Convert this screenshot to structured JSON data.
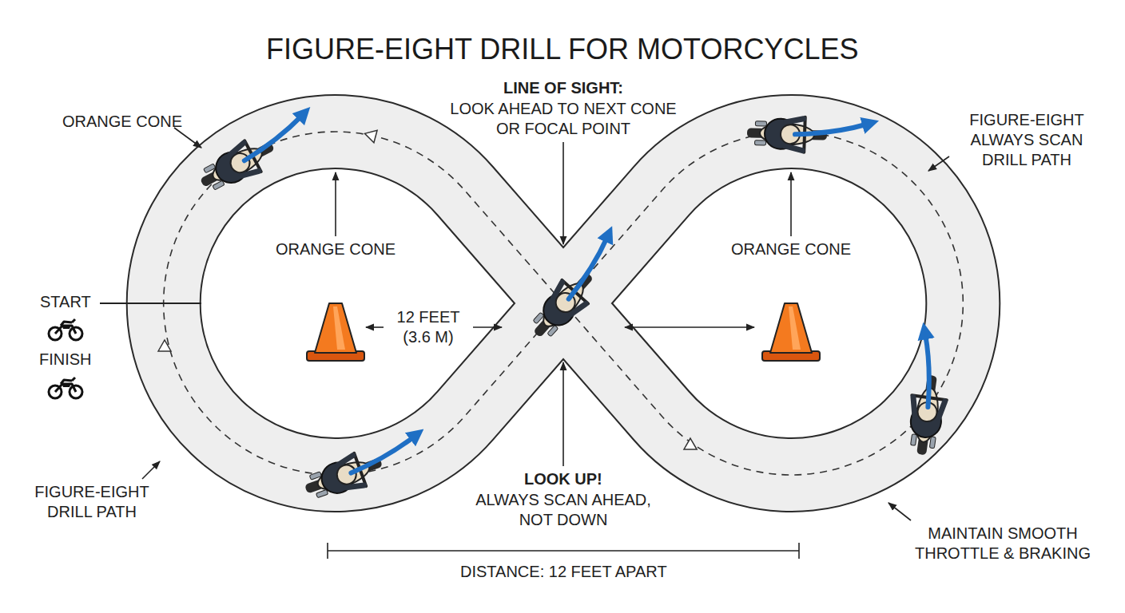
{
  "diagram": {
    "title": "FIGURE-EIGHT DRILL FOR MOTORCYCLES",
    "labels": [
      "ORANGE CONE",
      "LINE OF SIGHT:",
      "LOOK AHEAD TO NEXT CONE OR FOCAL POINT",
      "FIGURE-EIGHT ALWAYS SCAN DRILL PATH",
      "ORANGE CONE",
      "ORANGE CONE",
      "START",
      "FINISH",
      "12 FEET (3.6 M)",
      "FIGURE-EIGHT DRILL PATH",
      "LOOK UP!",
      "ALWAYS SCAN AHEAD, NOT DOWN",
      "MAINTAIN SMOOTH THROTTLE & BRAKING",
      "DISTANCE: 12 FEET APART"
    ]
  }
}
